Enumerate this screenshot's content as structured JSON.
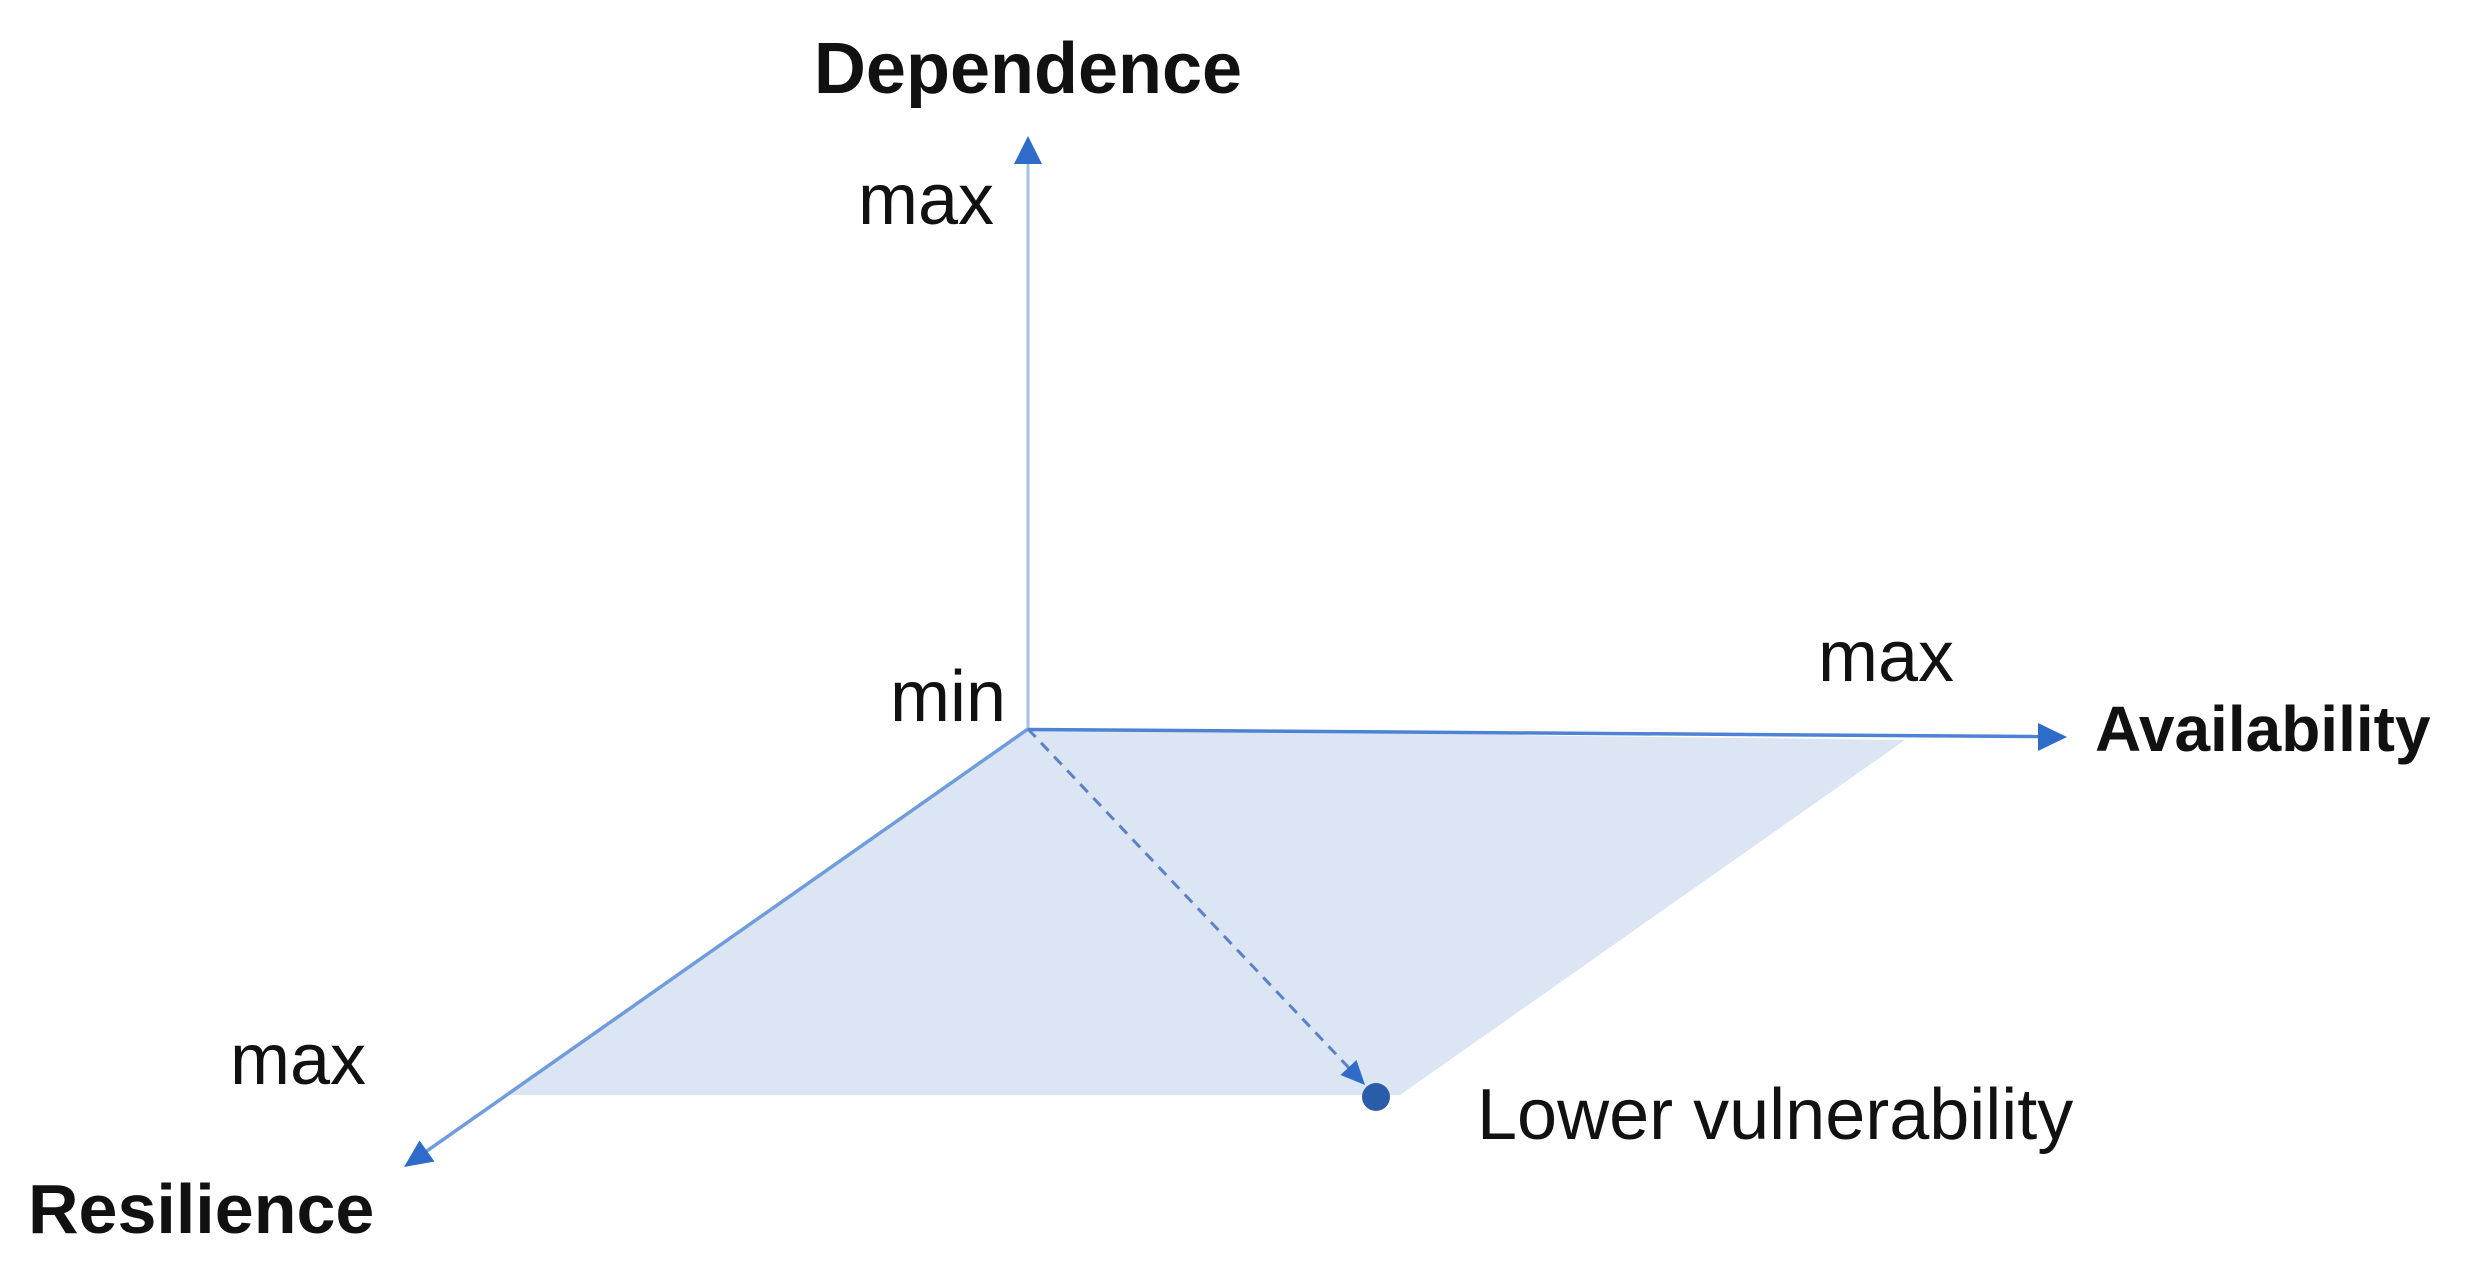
{
  "diagram": {
    "axes": {
      "dependence": {
        "label": "Dependence",
        "max_label": "max"
      },
      "availability": {
        "label": "Availability",
        "max_label": "max"
      },
      "resilience": {
        "label": "Resilience",
        "max_label": "max"
      }
    },
    "origin_label": "min",
    "annotation": "Lower vulnerability",
    "colors": {
      "background": "#ffffff",
      "text": "#111111",
      "plane_fill": "#dce5f3",
      "dependence_axis": "#a6c1e8",
      "availability_axis": "#4e82d4",
      "resilience_axis": "#6f9cdc",
      "vulnerability_arrow": "#5b82c9",
      "arrowhead": "#2f6cc9",
      "point_fill": "#2a5caa"
    }
  }
}
